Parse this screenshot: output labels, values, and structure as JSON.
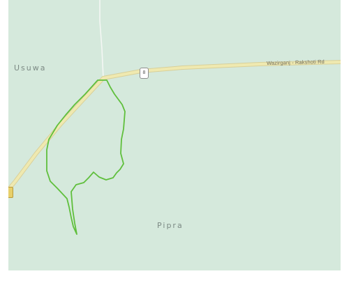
{
  "map": {
    "background_color": "#d5e9dc",
    "road_color": "#efe9b0",
    "boundary_color": "#5fbf3c",
    "places": {
      "usuwa": "Usuwa",
      "pipra": "Pipra"
    },
    "road_name": "Wazirganj - Rakshoti Rd",
    "road_shield": "8"
  }
}
